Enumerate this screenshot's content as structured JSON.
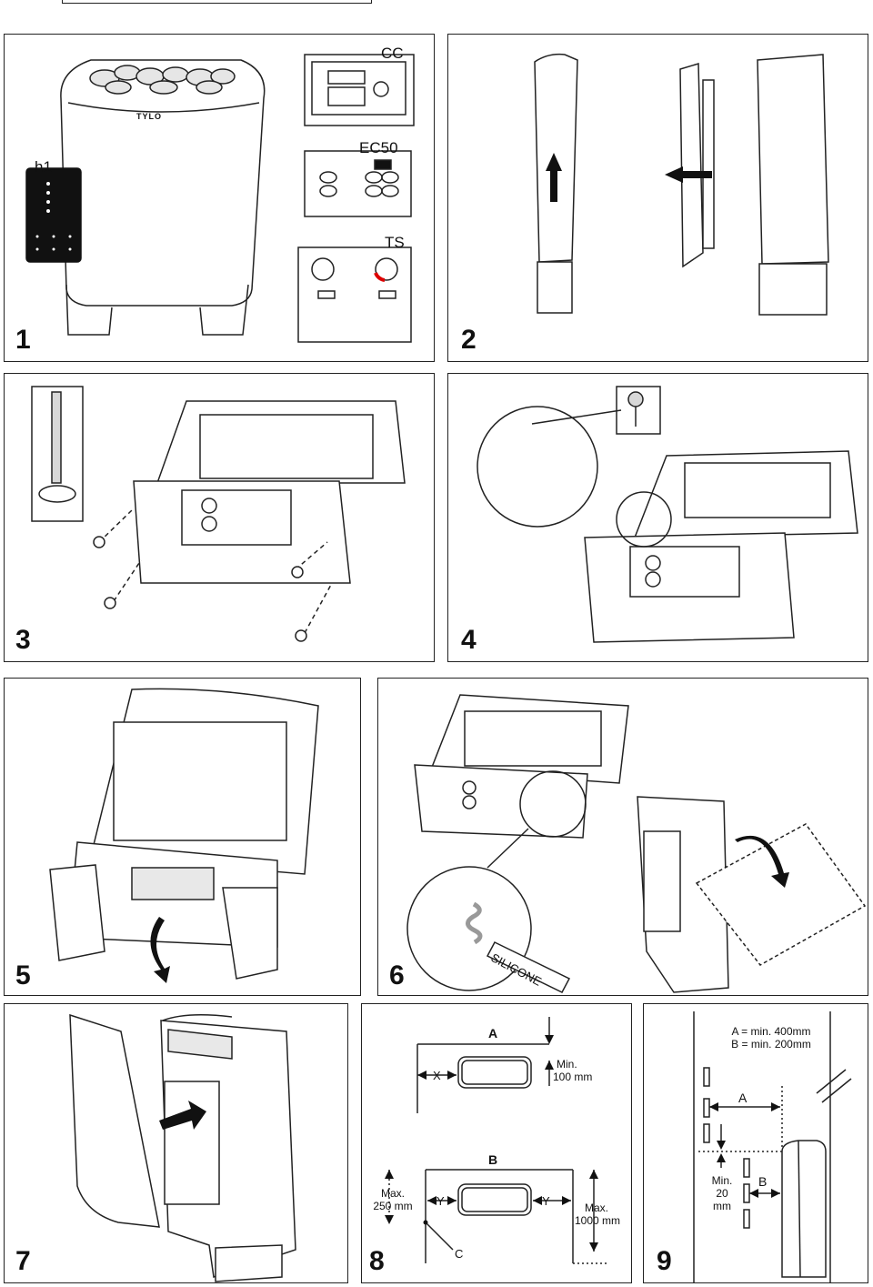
{
  "panels": {
    "p1": {
      "number": "1",
      "labels": {
        "cc": "CC",
        "ec50": "EC50",
        "ts": "TS",
        "h1": "h1",
        "brand": "TYLO"
      }
    },
    "p2": {
      "number": "2"
    },
    "p3": {
      "number": "3"
    },
    "p4": {
      "number": "4"
    },
    "p5": {
      "number": "5"
    },
    "p6": {
      "number": "6",
      "labels": {
        "silicone": "SILICONE"
      }
    },
    "p7": {
      "number": "7"
    },
    "p8": {
      "number": "8",
      "labels": {
        "a": "A",
        "x": "X",
        "min": "Min.",
        "min_val": "100 mm",
        "b": "B",
        "max1": "Max.",
        "max1_val": "250 mm",
        "y1": "Y",
        "y2": "Y",
        "max2": "Max.",
        "max2_val": "1000 mm",
        "c": "C"
      }
    },
    "p9": {
      "number": "9",
      "labels": {
        "rule_a": "A = min. 400mm",
        "rule_b": "B = min. 200mm",
        "a": "A",
        "b": "B",
        "min": "Min.",
        "min_val1": "20",
        "min_val2": "mm"
      }
    }
  }
}
